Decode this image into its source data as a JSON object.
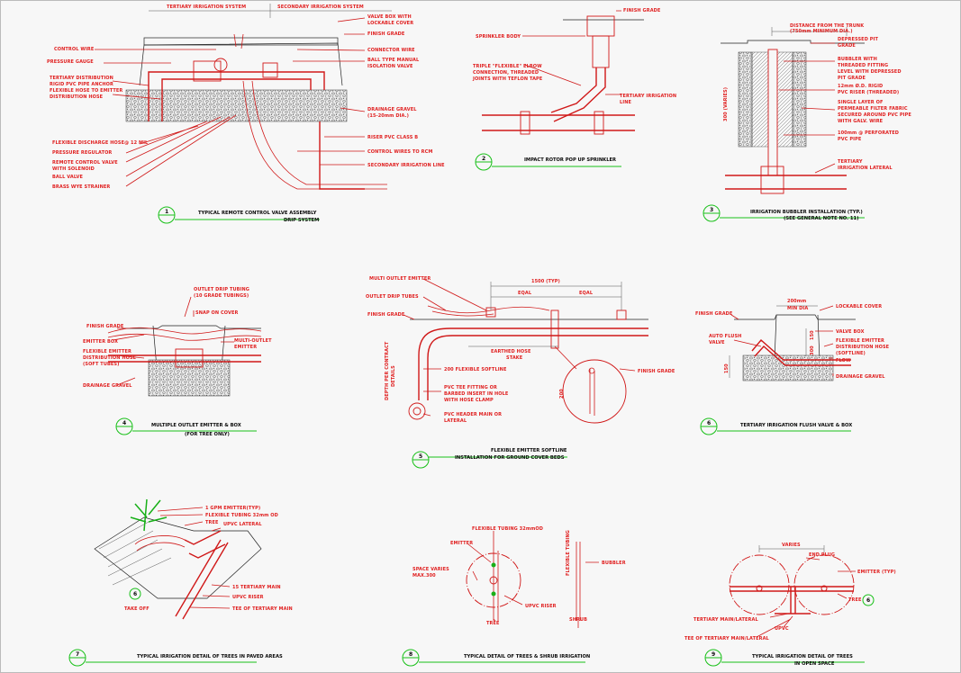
{
  "colors": {
    "line": "#d01818",
    "title_underline": "#18c018",
    "text_black": "#0a0a0a",
    "background": "#f3f3f3"
  },
  "details": [
    {
      "number": "1",
      "title": "TYPICAL REMOTE CONTROL VALVE ASSEMBLY",
      "subtitle": "DRIP SYSTEM",
      "header_left": "TERTIARY IRRIGATION SYSTEM",
      "header_right": "SECONDARY IRRIGATION SYSTEM",
      "labels_left": [
        "CONTROL WIRE",
        "PRESSURE GAUGE",
        "TERTIARY DISTRIBUTION",
        "RIGID PVC PIPE ANCHOR",
        "FLEXIBLE HOSE TO EMITTER",
        "DISTRIBUTION HOSE",
        "FLEXIBLE DISCHARGE HOSE@ 12 MIL",
        "PRESSURE REGULATOR",
        "REMOTE CONTROL VALVE",
        "WITH SOLENOID",
        "BALL VALVE",
        "BRASS WYE STRAINER"
      ],
      "labels_right": [
        "VALVE BOX WITH",
        "LOCKABLE COVER",
        "FINISH GRADE",
        "CONNECTOR WIRE",
        "BALL TYPE MANUAL",
        "ISOLATION VALVE",
        "DRAINAGE GRAVEL",
        "(15-20mm DIA.)",
        "RISER PVC CLASS B",
        "CONTROL WIRES TO RCM",
        "SECONDARY IRRIGATION LINE"
      ]
    },
    {
      "number": "2",
      "title": "IMPACT ROTOR POP UP SPRINKLER",
      "labels": [
        "FINISH GRADE",
        "SPRINKLER BODY",
        "TRIPLE \"FLEXIBLE\" ELBOW",
        "CONNECTION, THREADED",
        "JOINTS WITH TEFLON TAPE",
        "TERTIARY IRRIGATION",
        "LINE"
      ]
    },
    {
      "number": "3",
      "title": "IRRIGATION BUBBLER INSTALLATION (TYP.)",
      "subtitle": "(SEE GENERAL NOTE NO. 11)",
      "labels": [
        "DISTANCE FROM THE TRUNK",
        "(750mm MINIMUM DIA.)",
        "DEPRESSED PIT",
        "GRADE",
        "BUBBLER WITH",
        "THREADED FITTING",
        "LEVEL WITH DEPRESSED",
        "PIT GRADE",
        "12mm Ø.D. RIGID",
        "PVC RISER (THREADED)",
        "SINGLE LAYER OF",
        "PERMEABLE FILTER FABRIC",
        "SECURED AROUND PVC PIPE",
        "WITH GALV. WIRE",
        "100mm @ PERFORATED",
        "PVC PIPE",
        "TERTIARY",
        "IRRIGATION LATERAL"
      ],
      "dim": "300 (VARIES)"
    },
    {
      "number": "4",
      "title": "MULTIPLE OUTLET EMITTER & BOX",
      "subtitle": "(FOR TREE ONLY)",
      "labels": [
        "OUTLET DRIP TUBING",
        "(10 GRADE TUBINGS)",
        "SNAP ON COVER",
        "FINISH GRADE",
        "EMITTER BOX",
        "FLEXIBLE EMITTER",
        "DISTRIBUTION HOSE",
        "(SOFT TUBES)",
        "MULTI-OUTLET",
        "EMITTER",
        "DRAINAGE GRAVEL"
      ]
    },
    {
      "number": "5",
      "title": "FLEXIBLE EMITTER SOFTLINE",
      "subtitle": "INSTALLATION FOR GROUND COVER BEDS",
      "labels": [
        "MULTI OUTLET EMITTER",
        "OUTLET DRIP TUBES",
        "FINISH GRADE",
        "EARTHED HOSE",
        "STAKE",
        "200 FLEXIBLE SOFTLINE",
        "PVC TEE FITTING OR",
        "BARBED INSERT IN HOLE",
        "WITH HOSE CLAMP",
        "PVC HEADER MAIN OR",
        "LATERAL",
        "DEPTH PER CONTRACT",
        "DETAILS",
        "FINISH GRADE"
      ],
      "dims": [
        "1500 (TYP)",
        "EQAL",
        "EQAL",
        "200"
      ]
    },
    {
      "number": "6",
      "title": "TERTIARY IRRIGATION FLUSH VALVE & BOX",
      "labels": [
        "FINISH GRADE",
        "LOCKABLE COVER",
        "AUTO FLUSH",
        "VALVE",
        "VALVE BOX",
        "FLEXIBLE EMITTER",
        "DISTRIBUTION HOSE",
        "(SOFTLINE)",
        "FLOW",
        "DRAINAGE GRAVEL"
      ],
      "dims": [
        "200mm",
        "MIN DIA",
        "150",
        "300",
        "150"
      ]
    },
    {
      "number": "7",
      "title": "TYPICAL IRRIGATION DETAIL OF TREES IN PAVED AREAS",
      "labels": [
        "1 GPM EMITTER(TYP)",
        "FLEXIBLE TUBING 32mm OD",
        "TREE",
        "UPVC LATERAL",
        "15 TERTIARY MAIN",
        "UPVC RISER",
        "TEE OF TERTIARY MAIN",
        "TAKE OFF"
      ],
      "callout": "6"
    },
    {
      "number": "8",
      "title": "TYPICAL DETAIL OF TREES & SHRUB IRRIGATION",
      "labels": [
        "FLEXIBLE TUBING 32mmOD",
        "EMITTER",
        "SPACE VARIES",
        "MAX.300",
        "UPVC RISER",
        "TREE",
        "FLEXIBLE TUBING",
        "BUBBLER",
        "SHRUB"
      ]
    },
    {
      "number": "9",
      "title": "TYPICAL IRRIGATION DETAIL OF TREES",
      "subtitle": "IN OPEN SPACE",
      "labels": [
        "VARIES",
        "END PLUG",
        "EMITTER (TYP)",
        "TERTIARY MAIN/LATERAL",
        "UPVC",
        "TEE OF TERTIARY MAIN/LATERAL",
        "TREE"
      ],
      "callout": "6"
    }
  ]
}
